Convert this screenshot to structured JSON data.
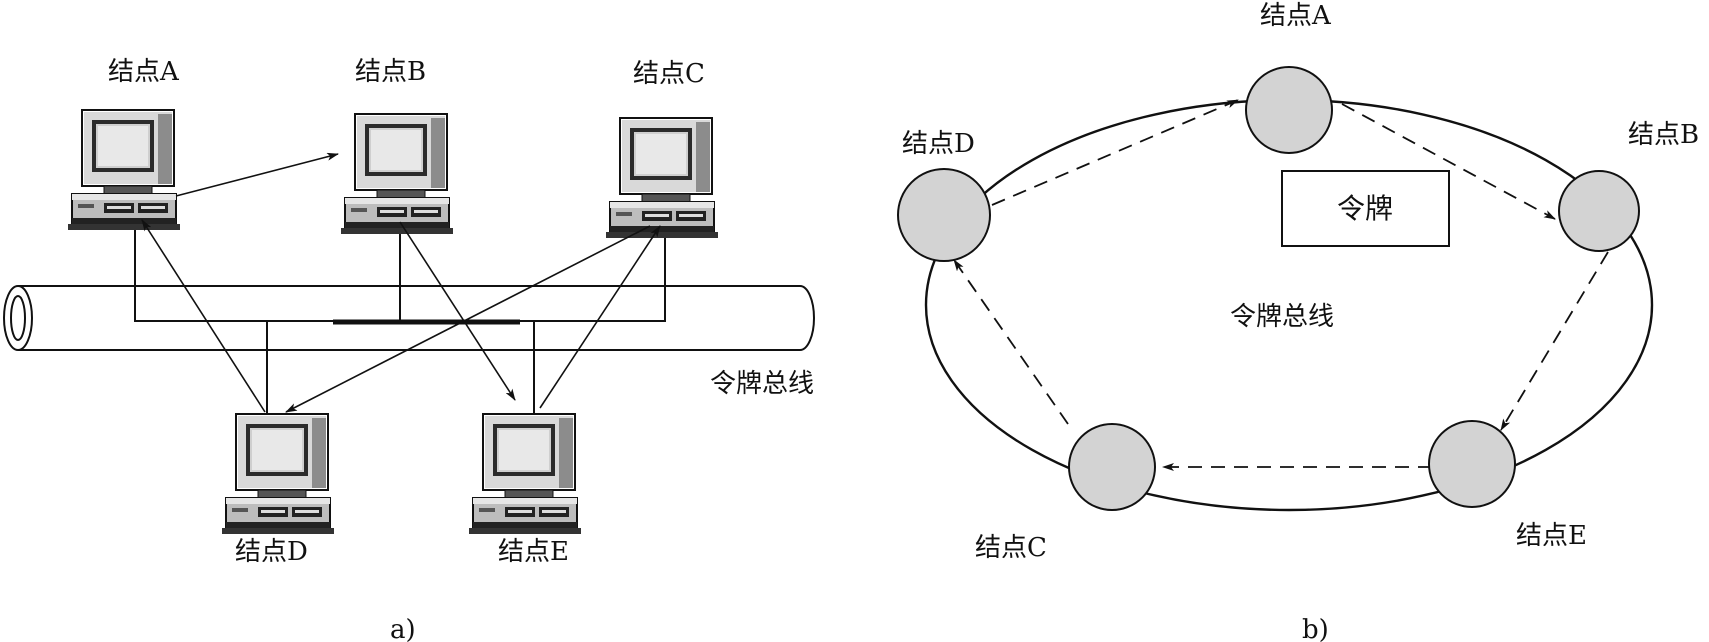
{
  "figure_a": {
    "caption": "a)",
    "bus_label": "令牌总线",
    "nodes": [
      {
        "id": "A",
        "label": "结点A"
      },
      {
        "id": "B",
        "label": "结点B"
      },
      {
        "id": "C",
        "label": "结点C"
      },
      {
        "id": "D",
        "label": "结点D"
      },
      {
        "id": "E",
        "label": "结点E"
      }
    ],
    "token_path": [
      "A",
      "B",
      "E",
      "C",
      "D",
      "A"
    ]
  },
  "figure_b": {
    "caption": "b)",
    "token_label": "令牌",
    "ring_label": "令牌总线",
    "nodes": [
      {
        "id": "A",
        "label": "结点A"
      },
      {
        "id": "B",
        "label": "结点B"
      },
      {
        "id": "C",
        "label": "结点C"
      },
      {
        "id": "D",
        "label": "结点D"
      },
      {
        "id": "E",
        "label": "结点E"
      }
    ],
    "token_path": [
      "A",
      "B",
      "E",
      "C",
      "D",
      "A"
    ]
  }
}
